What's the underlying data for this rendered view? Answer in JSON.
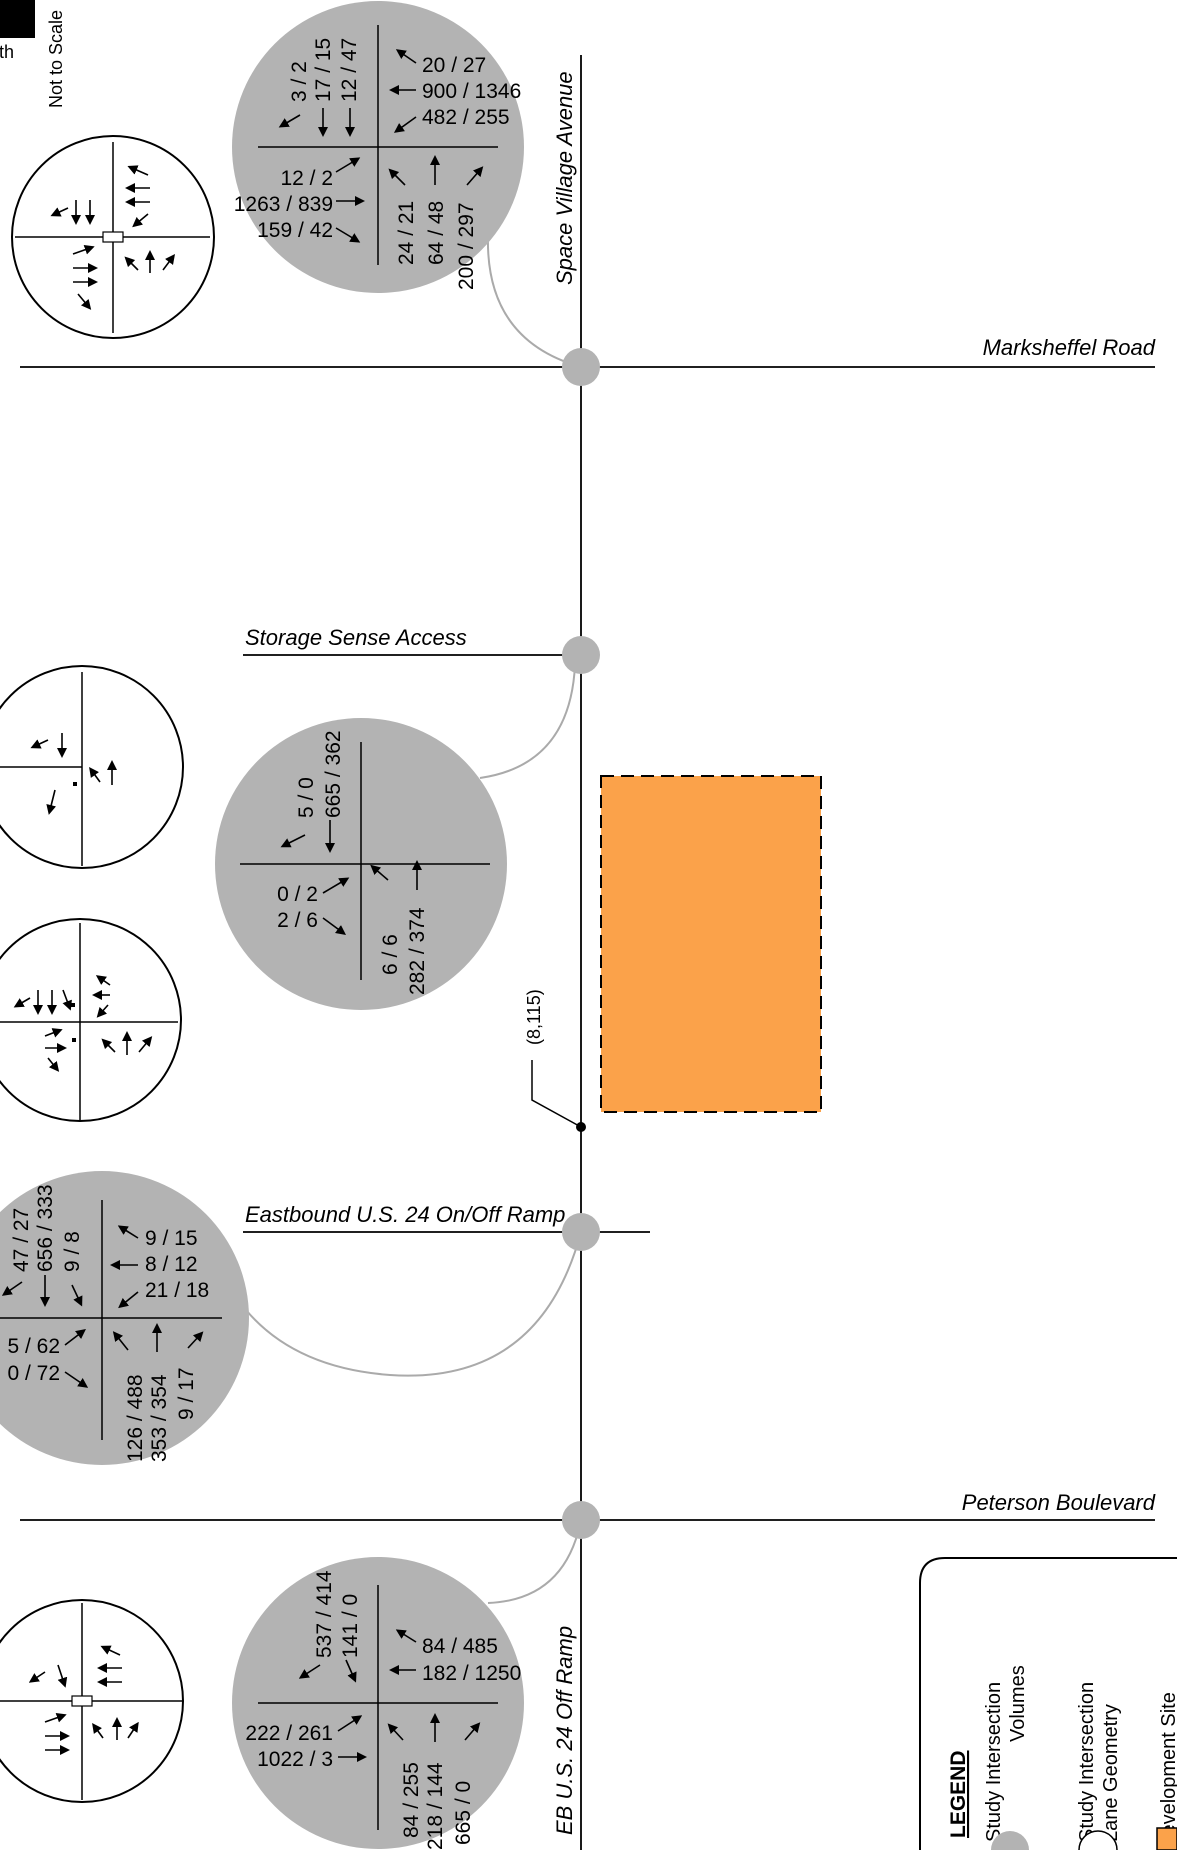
{
  "header": {
    "north_label": "North",
    "scale_label": "Not to Scale"
  },
  "roads": {
    "space_village": "Space Village Avenue",
    "marksheffel": "Marksheffel Road",
    "storage_sense": "Storage Sense Access",
    "eb_us24_onoff": "Eastbound U.S. 24 On/Off Ramp",
    "peterson": "Peterson Boulevard",
    "eb_us24_off": "EB U.S. 24 Off Ramp"
  },
  "site_access_label": "(8,115)",
  "intersections": {
    "marksheffel": {
      "sb": [
        "3 / 2",
        "17 / 15",
        "12 / 47"
      ],
      "wb": [
        "20 / 27",
        "900 / 1346",
        "482 / 255"
      ],
      "eb": [
        "12 / 2",
        "1263 / 839",
        "159 / 42"
      ],
      "nb": [
        "24 / 21",
        "64 / 48",
        "200 / 297"
      ]
    },
    "storage": {
      "sb": [
        "5 / 0",
        "665 / 362"
      ],
      "eb": [
        "0 / 2",
        "2 / 6"
      ],
      "nb": [
        "6 / 6",
        "282 / 374"
      ]
    },
    "eb_ramp": {
      "sb": [
        "47 / 27",
        "656 / 333",
        "9 / 8"
      ],
      "wb": [
        "9 / 15",
        "8 / 12",
        "21 / 18"
      ],
      "eb": [
        "5 / 62",
        "0 / 72"
      ],
      "nb": [
        "126 / 488",
        "353 / 354",
        "9 / 17"
      ]
    },
    "peterson": {
      "sb": [
        "537 / 414",
        "141 / 0"
      ],
      "wb": [
        "84 / 485",
        "182 / 1250"
      ],
      "eb": [
        "222 / 261",
        "1022 / 3"
      ],
      "nb": [
        "84 / 255",
        "218 / 144",
        "665 / 0"
      ]
    }
  },
  "legend": {
    "title": "LEGEND",
    "volumes_line1": "Study Intersection",
    "volumes_line2": "Volumes",
    "geometry_line1": "Study Intersection",
    "geometry_line2": "Lane Geometry",
    "site": "Development Site"
  },
  "colors": {
    "volume_circle": "#b3b3b3",
    "site_fill": "#fba24a",
    "road": "#000000",
    "connector": "#aaaaaa"
  },
  "icons": [
    "north-arrow-icon",
    "traffic-signal-icon",
    "lane-arrow-icon",
    "stop-sign-icon"
  ]
}
